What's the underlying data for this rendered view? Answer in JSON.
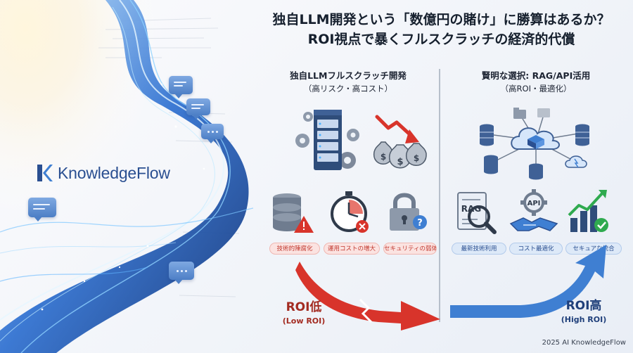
{
  "brand": {
    "name": "KnowledgeFlow"
  },
  "title": {
    "line1": "独自LLM開発という「数億円の賭け」に勝算はあるか？",
    "line2": "ROI視点で暴くフルスクラッチの経済的代償"
  },
  "left_column": {
    "heading": "独自LLMフルスクラッチ開発",
    "subheading": "（高リスク・高コスト）",
    "badges": [
      "技術的陳腐化",
      "運用コストの増大",
      "セキュリティの弱体化"
    ],
    "roi_label": "ROI低",
    "roi_sub": "(Low ROI)"
  },
  "right_column": {
    "heading": "賢明な選択: RAG/API活用",
    "subheading": "（高ROI・最適化）",
    "icon_labels": {
      "rag": "RAG",
      "api": "API"
    },
    "badges": [
      "最新技術利用",
      "コスト最適化",
      "セキュアな統合"
    ],
    "roi_label": "ROI高",
    "roi_sub": "(High ROI)"
  },
  "footer": {
    "copyright": "2025 AI KnowledgeFlow"
  },
  "colors": {
    "accent_blue": "#2a4f91",
    "arrow_red": "#d8342b",
    "arrow_blue": "#3f7fd2"
  }
}
